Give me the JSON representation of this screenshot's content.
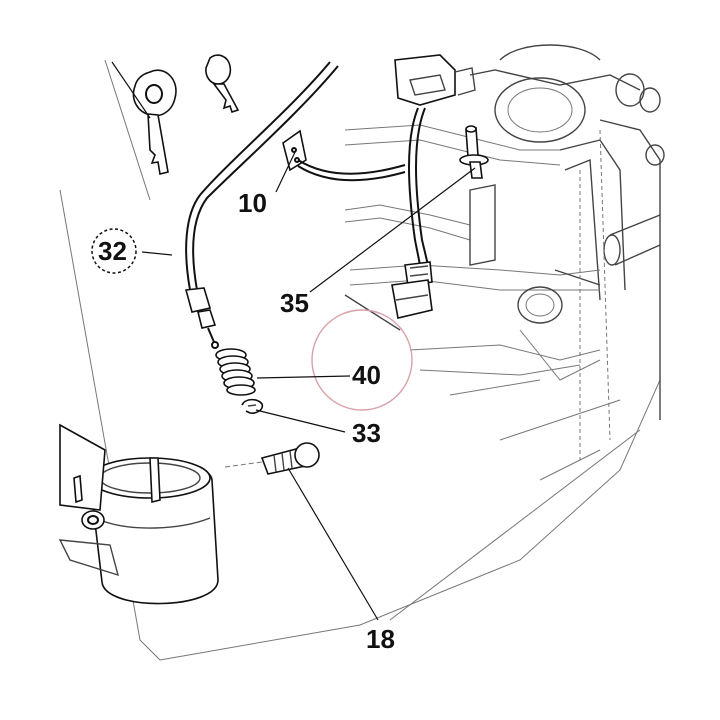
{
  "labels": {
    "l10": "10",
    "l32": "32",
    "l35": "35",
    "l40": "40",
    "l33": "33",
    "l18": "18"
  },
  "colors": {
    "highlight_circle": "#d9a0a8",
    "line": "#111111",
    "background": "#ffffff"
  }
}
